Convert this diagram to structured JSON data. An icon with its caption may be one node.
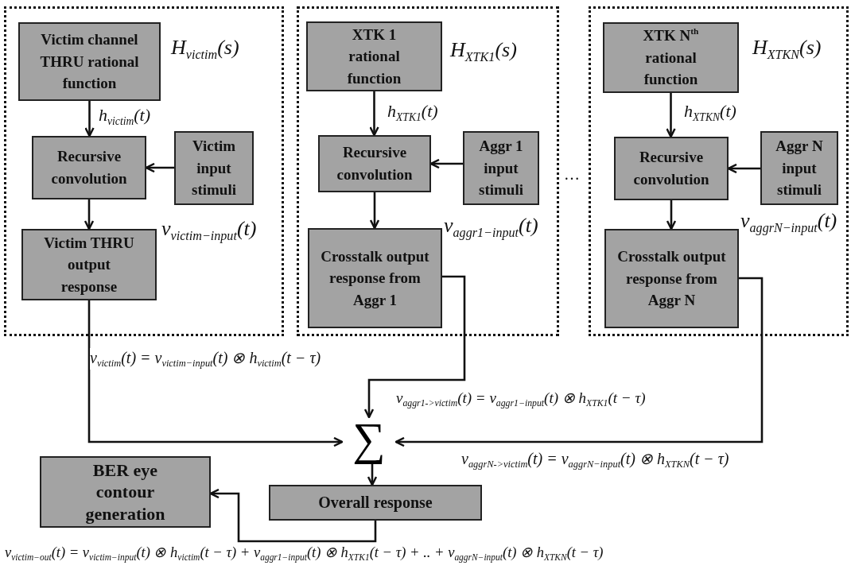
{
  "diagram": {
    "nodes": [
      {
        "text": [],
        "shape": "box"
      },
      {
        "text": [
          "Victim channel THRU rational function"
        ],
        "in": 0,
        "beside": [
          "H$_{victim}$(s)"
        ]
      },
      {
        "text": [
          "Recursive convolution"
        ],
        "in": 0
      },
      {
        "text": [
          "Victim input stimuli"
        ],
        "in": 0,
        "beside": [
          "v$_{victim−input}$(t)"
        ]
      },
      {
        "text": [
          "Victim THRU output response"
        ],
        "in": 0
      },
      {
        "text": [],
        "shape": "box"
      },
      {
        "text": [
          "XTK 1 rational function"
        ],
        "in": 5,
        "beside": [
          "H$_{XTK1}$(s)"
        ]
      },
      {
        "text": [
          "Recursive convolution"
        ],
        "in": 5
      },
      {
        "text": [
          "Aggr 1 input stimuli"
        ],
        "in": 5
      },
      {
        "text": [
          "Crosstalk output response from Aggr 1"
        ],
        "in": 5
      },
      {
        "text": [],
        "shape": "box"
      },
      {
        "text": [
          "XTK N$^{th}$ rational function"
        ],
        "in": 10,
        "beside": [
          "H$_{XTKN}$(s)"
        ]
      },
      {
        "text": [
          "Recursive convolution"
        ],
        "in": 10
      },
      {
        "text": [
          "Aggr N input stimuli"
        ],
        "in": 10
      },
      {
        "text": [
          "Crosstalk output response from Aggr N"
        ],
        "in": 10
      },
      {
        "text": [
          "∑"
        ]
      },
      {
        "text": [
          "Overall response"
        ]
      },
      {
        "text": [
          "BER eye contour generation"
        ]
      }
    ],
    "edges": [
      {
        "from": 1,
        "to": 2,
        "arrow": "to",
        "label": "h$_{victim}$(t)"
      },
      {
        "from": 3,
        "to": 2,
        "arrow": "to"
      },
      {
        "from": 2,
        "to": 4,
        "arrow": "to"
      },
      {
        "from": 4,
        "to": 15,
        "arrow": "to",
        "label": "v$_{victim}$(t) = v$_{victim−input}$(t) ⊗ h$_{victim}$(t − τ)"
      },
      {
        "from": 6,
        "to": 7,
        "arrow": "to",
        "label": "h$_{XTK1}$(t)"
      },
      {
        "from": 8,
        "to": 7,
        "arrow": "to"
      },
      {
        "from": 7,
        "to": 9,
        "arrow": "to"
      },
      {
        "from": 9,
        "to": 15,
        "arrow": "to",
        "label": "v$_{aggr1->victim}$(t) = v$_{aggr1−input}$(t) ⊗ h$_{XTK1}$(t − τ)"
      },
      {
        "from": 11,
        "to": 12,
        "arrow": "to",
        "label": "h$_{XTKN}$(t)"
      },
      {
        "from": 13,
        "to": 12,
        "arrow": "to"
      },
      {
        "from": 12,
        "to": 14,
        "arrow": "to"
      },
      {
        "from": 14,
        "to": 15,
        "arrow": "to",
        "label": "v$_{aggrN->victim}$(t) = v$_{aggrN−input}$(t) ⊗ h$_{XTKN}$(t − τ)"
      },
      {
        "from": 15,
        "to": 16,
        "arrow": "to"
      },
      {
        "from": 16,
        "to": 17,
        "arrow": "to",
        "label": "v$_{victim−out}$(t) = v$_{victim−input}$(t) ⊗ h$_{victim}$(t − τ) + v$_{aggr1−input}$(t) ⊗ h$_{XTK1}$(t − τ) + .. + v$_{aggrN−input}$(t) ⊗ h$_{XTKN}$(t − τ)"
      }
    ],
    "labels": [
      "…",
      "v$_{aggr1−input}$(t)",
      "v$_{aggrN−input}$(t)"
    ]
  }
}
